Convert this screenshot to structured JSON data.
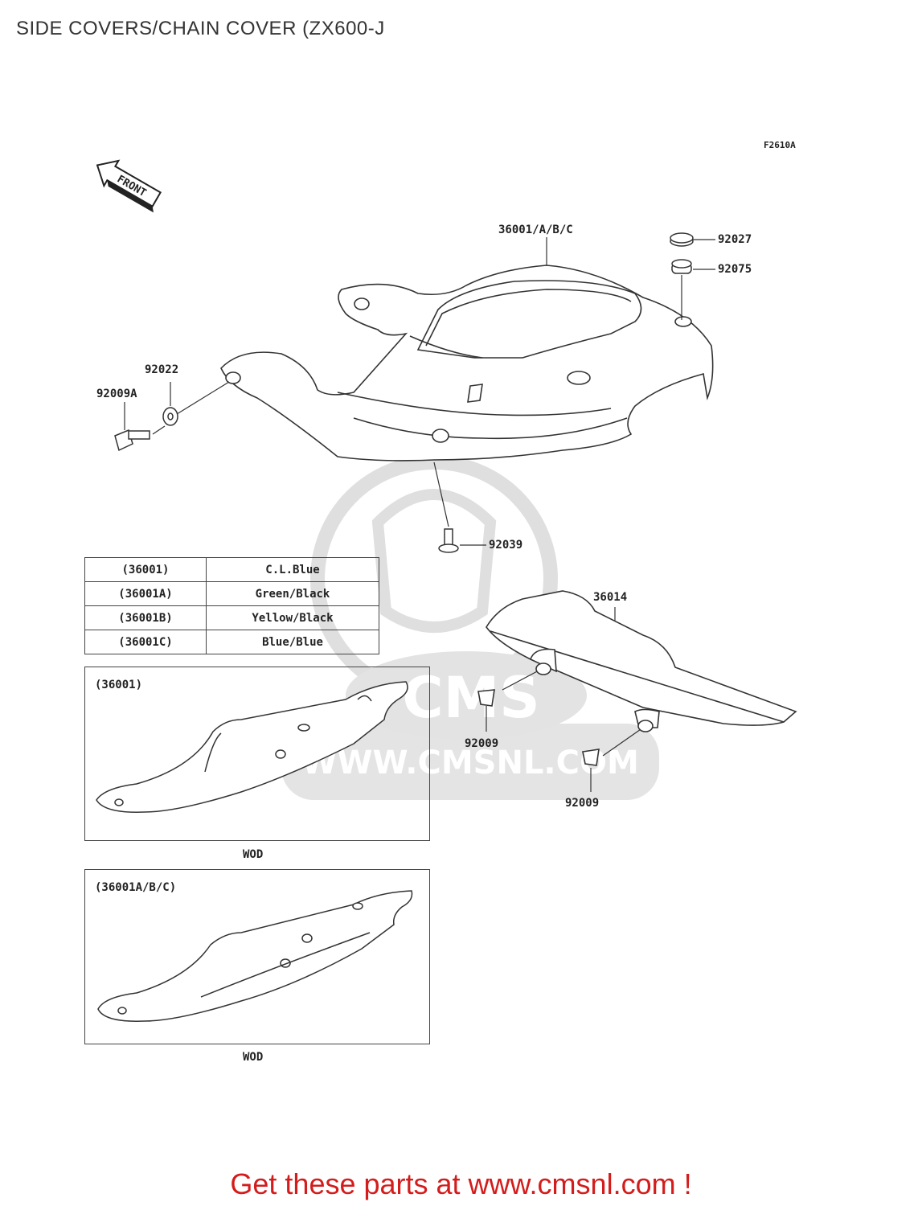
{
  "page": {
    "title": "SIDE COVERS/CHAIN COVER (ZX600-J",
    "figure_code": "F2610A",
    "front_label": "FRONT"
  },
  "callouts": {
    "main_cover": "36001/A/B/C",
    "cap": "92027",
    "damper": "92075",
    "collar": "92022",
    "bolt_a": "92009A",
    "rivet": "92039",
    "chain_cover": "36014",
    "bolt_1": "92009",
    "bolt_2": "92009"
  },
  "color_table": {
    "rows": [
      {
        "part": "(36001)",
        "color": "C.L.Blue"
      },
      {
        "part": "(36001A)",
        "color": "Green/Black"
      },
      {
        "part": "(36001B)",
        "color": "Yellow/Black"
      },
      {
        "part": "(36001C)",
        "color": "Blue/Blue"
      }
    ]
  },
  "detail_boxes": [
    {
      "label": "(36001)",
      "caption": "WOD"
    },
    {
      "label": "(36001A/B/C)",
      "caption": "WOD"
    }
  ],
  "watermark": {
    "brand": "CMS",
    "url": "WWW.CMSNL.COM"
  },
  "footer": {
    "text": "Get these parts at www.cmsnl.com !"
  },
  "colors": {
    "footer": "#d41c1c",
    "line": "#333333",
    "watermark": "#d8d8d8"
  }
}
